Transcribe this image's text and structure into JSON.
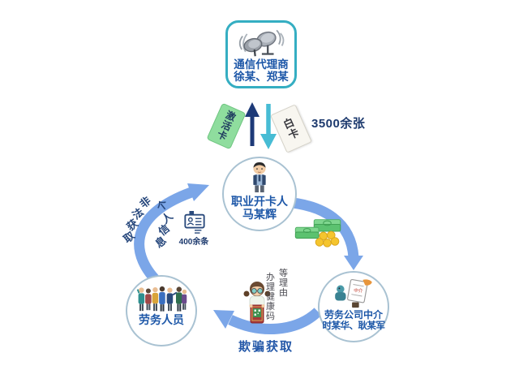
{
  "diagram": "telecom-card-fraud-flow",
  "nodes": {
    "telecom_agent": {
      "line1": "通信代理商",
      "line2": "徐某、郑某",
      "icon": "satellite-dish"
    },
    "card_opener": {
      "line1": "职业开卡人",
      "line2": "马某辉",
      "icon": "businessman"
    },
    "laborers": {
      "label": "劳务人员",
      "icon": "crowd"
    },
    "labor_intermediary": {
      "line1": "劳务公司中介",
      "line2": "时某华、耿某军",
      "icon": "contract-signing"
    }
  },
  "edges": [
    {
      "from": "card_opener",
      "to": "telecom_agent",
      "label": "激活卡",
      "style": "straight-up",
      "color": "#1d3a78"
    },
    {
      "from": "telecom_agent",
      "to": "card_opener",
      "label": "白卡",
      "count": "3500余张",
      "style": "straight-down",
      "color": "#47bcd4"
    },
    {
      "from": "laborers",
      "to": "card_opener",
      "label_line1": "非法获取",
      "label_line2": "个人信息",
      "count": "400余条",
      "icon": "id-card",
      "style": "curved",
      "color": "#7ba6e8"
    },
    {
      "from": "card_opener",
      "to": "labor_intermediary",
      "icon": "money-stack",
      "style": "curved",
      "color": "#7ba6e8"
    },
    {
      "from": "labor_intermediary",
      "to": "laborers",
      "label": "欺骗获取",
      "excuse_line1": "办理健康码",
      "excuse_line2": "等理由",
      "icon": "woman-with-qr-code",
      "style": "curved",
      "color": "#7ba6e8"
    }
  ],
  "colors": {
    "background": "#ffffff",
    "node_text": "#1d57a8",
    "agent_box_border": "#35aec2",
    "circle_border": "#a9c2d2",
    "up_arrow": "#1d3a78",
    "down_arrow": "#47bcd4",
    "curve_arrow": "#7ba6e8",
    "activation_card_bg": "#8fdd9e",
    "blank_card_bg": "#f8f6f0",
    "count_text": "#1d3a6e",
    "excuse_text": "#4b4b52",
    "deceive_text": "#2458a8"
  }
}
